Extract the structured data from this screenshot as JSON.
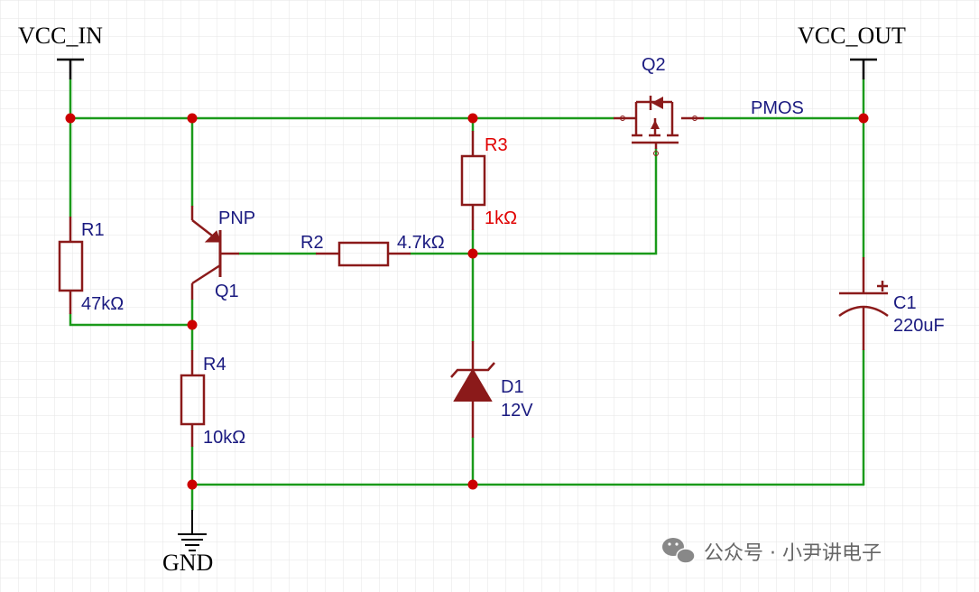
{
  "nets": {
    "vcc_in": "VCC_IN",
    "vcc_out": "VCC_OUT",
    "gnd": "GND",
    "pmos_net": "PMOS"
  },
  "components": {
    "r1": {
      "ref": "R1",
      "value": "47kΩ"
    },
    "r2": {
      "ref": "R2",
      "value": "4.7kΩ"
    },
    "r3": {
      "ref": "R3",
      "value": "1kΩ"
    },
    "r4": {
      "ref": "R4",
      "value": "10kΩ"
    },
    "q1": {
      "ref": "Q1",
      "type": "PNP"
    },
    "q2": {
      "ref": "Q2"
    },
    "d1": {
      "ref": "D1",
      "value": "12V"
    },
    "c1": {
      "ref": "C1",
      "value": "220uF"
    }
  },
  "watermark": "公众号 · 小尹讲电子",
  "colors": {
    "wire": "#1a9a1a",
    "component": "#8b1a1a",
    "highlight": "#e00000",
    "junction": "#cc0000",
    "label": "#1a1a80"
  }
}
